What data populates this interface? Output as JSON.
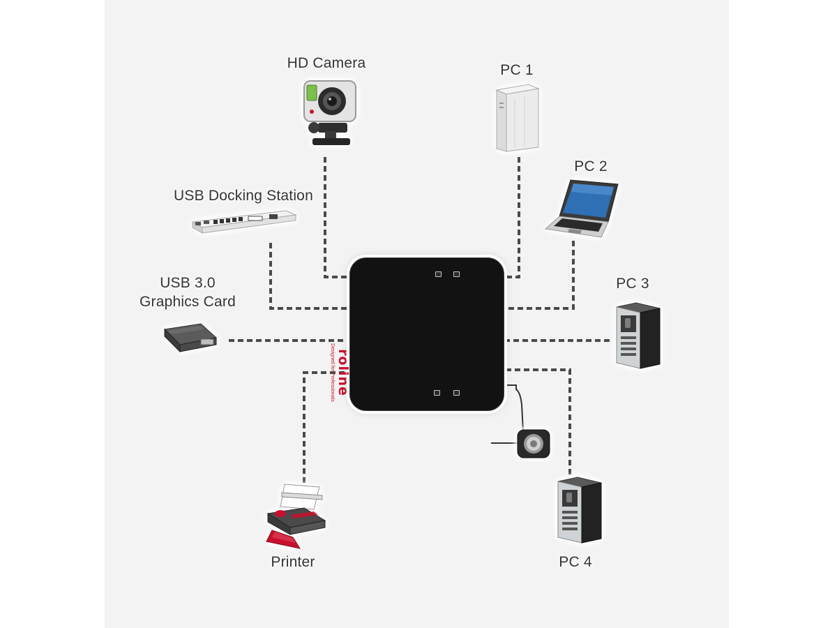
{
  "diagram": {
    "nodes": {
      "hd_camera": {
        "label": "HD Camera"
      },
      "pc1": {
        "label": "PC 1"
      },
      "pc2": {
        "label": "PC 2"
      },
      "usb_docking_station": {
        "label": "USB Docking Station"
      },
      "graphics_card": {
        "label_line1": "USB 3.0",
        "label_line2": "Graphics Card"
      },
      "pc3": {
        "label": "PC 3"
      },
      "printer": {
        "label": "Printer"
      },
      "pc4": {
        "label": "PC 4"
      }
    },
    "hub": {
      "brand": "roline",
      "tagline": "Designed for Professionals"
    },
    "connection_style": "dashed",
    "colors": {
      "hub": "#121212",
      "brand_red": "#c8102e",
      "wire": "#4a4a4a",
      "label_text": "#333333"
    }
  }
}
